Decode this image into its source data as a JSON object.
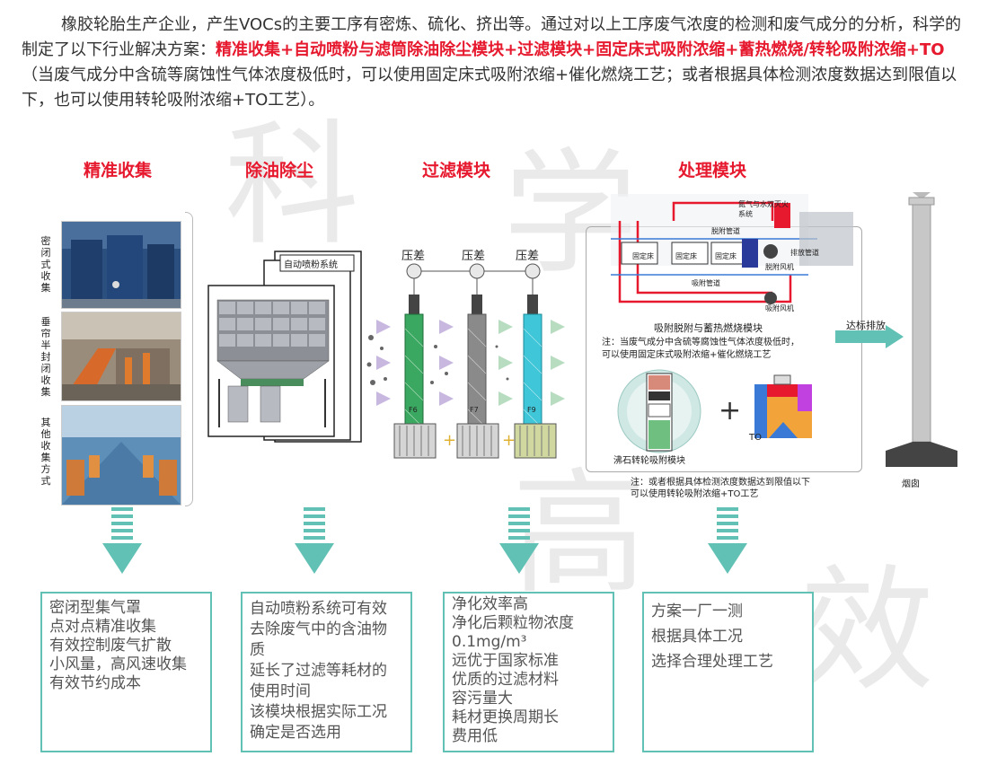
{
  "intro": {
    "part1": "橡胶轮胎生产企业，产生VOCs的主要工序有密炼、硫化、挤出等。通过对以上工序废气浓度的检测和废气成分的分析，科学的制定了以下行业解决方案：",
    "highlight": "精准收集+自动喷粉与滤筒除油除尘模块+过滤模块+固定床式吸附浓缩+蓄热燃烧/转轮吸附浓缩+TO",
    "part2": "（当废气成分中含硫等腐蚀性气体浓度极低时，可以使用固定床式吸附浓缩+催化燃烧工艺；或者根据具体检测浓度数据达到限值以下，也可以使用转轮吸附浓缩+TO工艺）。"
  },
  "watermark": [
    "科",
    "学",
    "高",
    "效"
  ],
  "sections": {
    "collect": {
      "title": "精准收集",
      "labels": [
        "密闭式收集",
        "垂帘半封闭收集",
        "其他收集方式"
      ]
    },
    "dust": {
      "title": "除油除尘",
      "system_label": "自动喷粉系统"
    },
    "filter": {
      "title": "过滤模块",
      "pressure_labels": [
        "压差",
        "压差",
        "压差"
      ],
      "grades": [
        "F6",
        "F7",
        "F9"
      ]
    },
    "treat": {
      "title": "处理模块",
      "caption": "吸附脱附与蓄热燃烧模块",
      "note1_line1": "注：当废气成分中含硫等腐蚀性气体浓度极低时，",
      "note1_line2": "可以使用固定床式吸附浓缩+催化燃烧工艺",
      "rotor_label": "沸石转轮吸附模块",
      "to_label": "TO",
      "note2_line1": "注：或者根据具体检测浓度数据达到限值以下",
      "note2_line2": "可以使用转轮吸附浓缩+TO工艺",
      "diagram_labels": {
        "fire": "氮气与水双灭火系统",
        "desorb_pipe": "脱附管道",
        "bed": "固定床",
        "desorb_fan": "脱附风机",
        "exhaust_pipe": "排放管道",
        "adsorb_pipe": "吸附管道",
        "adsorb_fan": "吸附风机",
        "bed2": "固定床",
        "bed3": "固定床"
      }
    },
    "discharge": {
      "arrow_label": "达标排放",
      "chimney_label": "烟囱"
    }
  },
  "boxes": [
    [
      "密闭型集气罩",
      "点对点精准收集",
      "有效控制废气扩散",
      "小风量，高风速收集",
      "有效节约成本"
    ],
    [
      "自动喷粉系统可有效",
      "去除废气中的含油物",
      "质",
      "延长了过滤等耗材的",
      "使用时间",
      "该模块根据实际工况",
      "确定是否选用"
    ],
    [
      "净化效率高",
      "净化后颗粒物浓度",
      "0.1mg/m³",
      "远优于国家标准",
      "优质的过滤材料",
      "容污量大",
      "耗材更换周期长",
      "费用低"
    ],
    [
      "方案一厂一测",
      "根据具体工况",
      "选择合理处理工艺"
    ]
  ],
  "colors": {
    "accent_red": "#e6192e",
    "teal": "#62c1b5",
    "teal_dark": "#2f9e8f",
    "filter_green": "#3aa860",
    "filter_gray": "#8a8a8a",
    "filter_cyan": "#3fc6d8"
  }
}
